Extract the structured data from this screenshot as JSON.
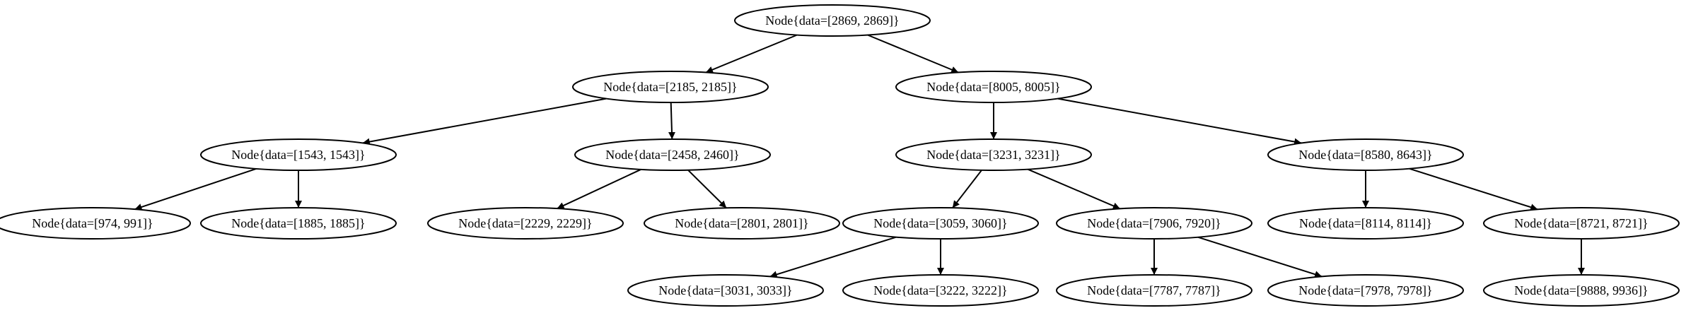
{
  "diagram": {
    "type": "binary-tree",
    "nodes": [
      {
        "id": "n2869",
        "label": "Node{data=[2869, 2869]}"
      },
      {
        "id": "n2185",
        "label": "Node{data=[2185, 2185]}"
      },
      {
        "id": "n8005",
        "label": "Node{data=[8005, 8005]}"
      },
      {
        "id": "n1543",
        "label": "Node{data=[1543, 1543]}"
      },
      {
        "id": "n2458",
        "label": "Node{data=[2458, 2460]}"
      },
      {
        "id": "n3231",
        "label": "Node{data=[3231, 3231]}"
      },
      {
        "id": "n8580",
        "label": "Node{data=[8580, 8643]}"
      },
      {
        "id": "n974",
        "label": "Node{data=[974, 991]}"
      },
      {
        "id": "n1885",
        "label": "Node{data=[1885, 1885]}"
      },
      {
        "id": "n2229",
        "label": "Node{data=[2229, 2229]}"
      },
      {
        "id": "n2801",
        "label": "Node{data=[2801, 2801]}"
      },
      {
        "id": "n3059",
        "label": "Node{data=[3059, 3060]}"
      },
      {
        "id": "n7906",
        "label": "Node{data=[7906, 7920]}"
      },
      {
        "id": "n8114",
        "label": "Node{data=[8114, 8114]}"
      },
      {
        "id": "n8721",
        "label": "Node{data=[8721, 8721]}"
      },
      {
        "id": "n3031",
        "label": "Node{data=[3031, 3033]}"
      },
      {
        "id": "n3222",
        "label": "Node{data=[3222, 3222]}"
      },
      {
        "id": "n7787",
        "label": "Node{data=[7787, 7787]}"
      },
      {
        "id": "n7978",
        "label": "Node{data=[7978, 7978]}"
      },
      {
        "id": "n9888",
        "label": "Node{data=[9888, 9936]}"
      }
    ],
    "edges": [
      {
        "from": "n2869",
        "to": "n2185"
      },
      {
        "from": "n2869",
        "to": "n8005"
      },
      {
        "from": "n2185",
        "to": "n1543"
      },
      {
        "from": "n2185",
        "to": "n2458"
      },
      {
        "from": "n8005",
        "to": "n3231"
      },
      {
        "from": "n8005",
        "to": "n8580"
      },
      {
        "from": "n1543",
        "to": "n974"
      },
      {
        "from": "n1543",
        "to": "n1885"
      },
      {
        "from": "n2458",
        "to": "n2229"
      },
      {
        "from": "n2458",
        "to": "n2801"
      },
      {
        "from": "n3231",
        "to": "n3059"
      },
      {
        "from": "n3231",
        "to": "n7906"
      },
      {
        "from": "n8580",
        "to": "n8114"
      },
      {
        "from": "n8580",
        "to": "n8721"
      },
      {
        "from": "n3059",
        "to": "n3031"
      },
      {
        "from": "n3059",
        "to": "n3222"
      },
      {
        "from": "n7906",
        "to": "n7787"
      },
      {
        "from": "n7906",
        "to": "n7978"
      },
      {
        "from": "n8721",
        "to": "n9888"
      }
    ]
  }
}
